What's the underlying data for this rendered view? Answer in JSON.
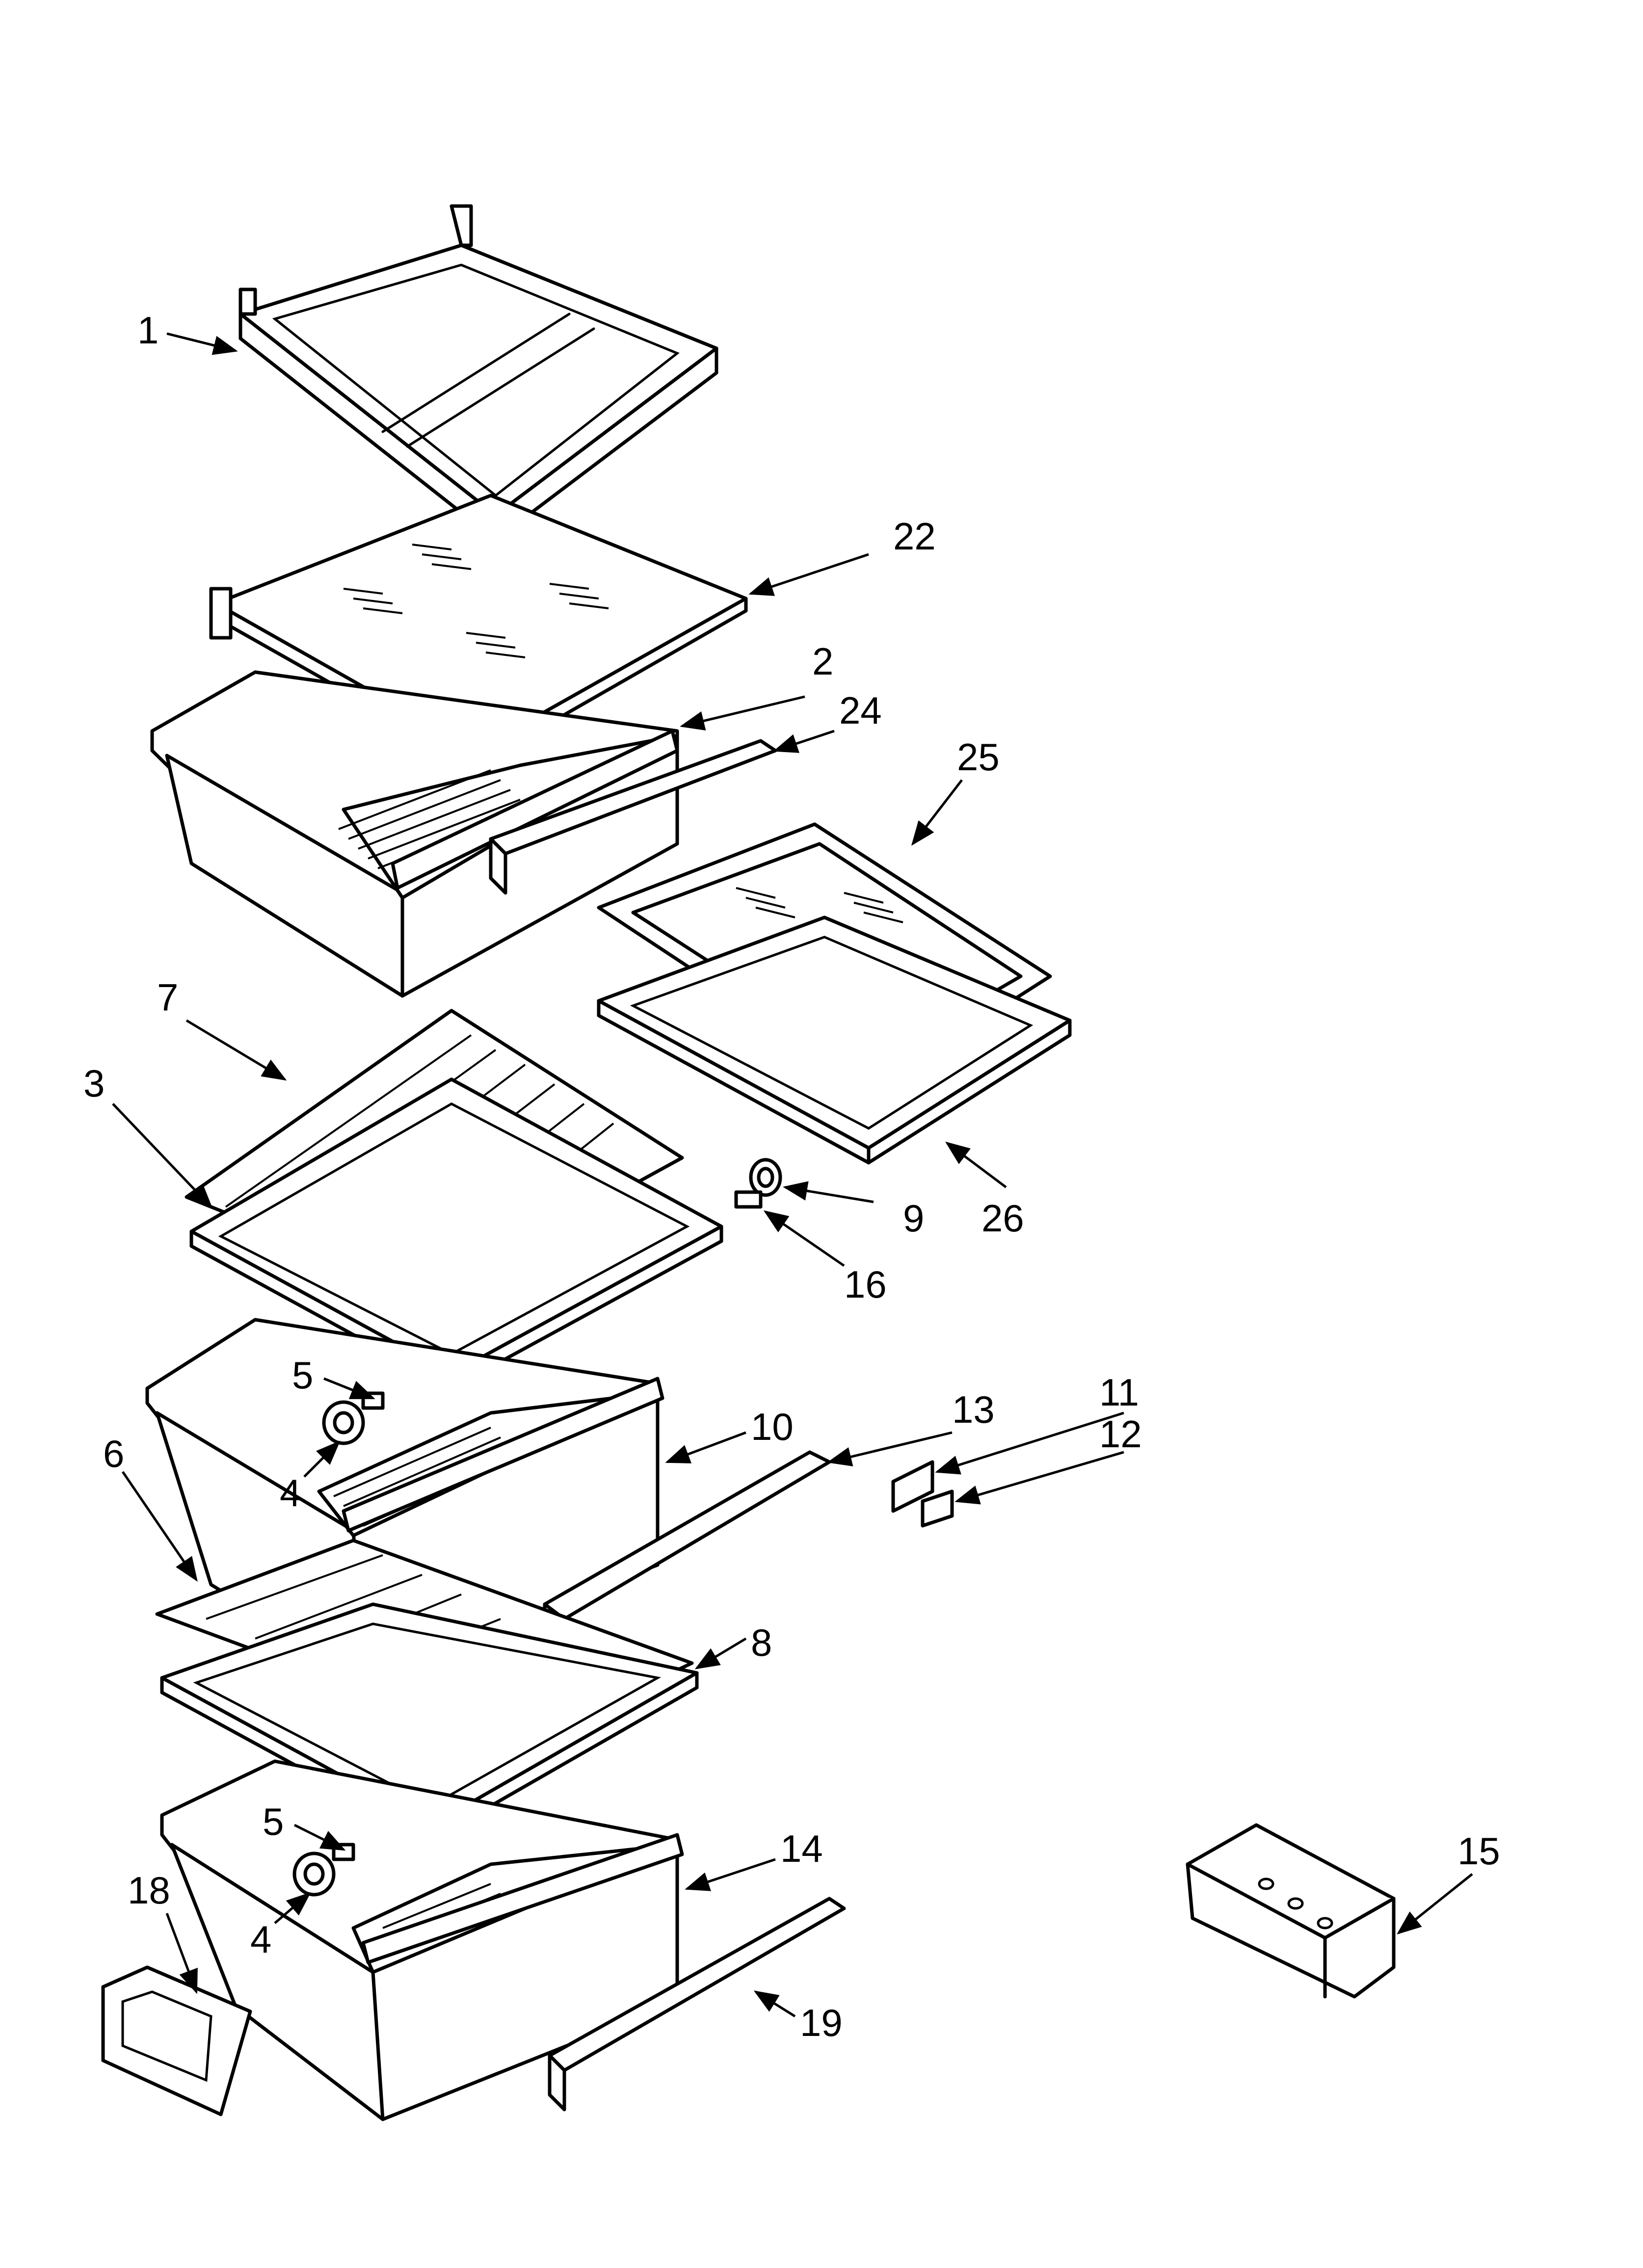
{
  "callouts": [
    {
      "id": "1",
      "text": "1"
    },
    {
      "id": "22",
      "text": "22"
    },
    {
      "id": "2",
      "text": "2"
    },
    {
      "id": "24",
      "text": "24"
    },
    {
      "id": "25",
      "text": "25"
    },
    {
      "id": "7",
      "text": "7"
    },
    {
      "id": "3",
      "text": "3"
    },
    {
      "id": "9",
      "text": "9"
    },
    {
      "id": "26",
      "text": "26"
    },
    {
      "id": "16",
      "text": "16"
    },
    {
      "id": "5a",
      "text": "5"
    },
    {
      "id": "4a",
      "text": "4"
    },
    {
      "id": "10",
      "text": "10"
    },
    {
      "id": "13",
      "text": "13"
    },
    {
      "id": "11",
      "text": "11"
    },
    {
      "id": "12",
      "text": "12"
    },
    {
      "id": "6",
      "text": "6"
    },
    {
      "id": "8",
      "text": "8"
    },
    {
      "id": "5b",
      "text": "5"
    },
    {
      "id": "4b",
      "text": "4"
    },
    {
      "id": "14",
      "text": "14"
    },
    {
      "id": "15",
      "text": "15"
    },
    {
      "id": "18",
      "text": "18"
    },
    {
      "id": "19",
      "text": "19"
    }
  ]
}
